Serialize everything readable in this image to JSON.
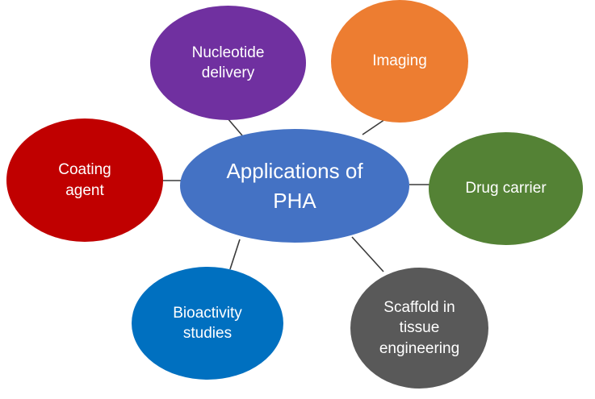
{
  "diagram": {
    "center": {
      "label": "Applications of PHA",
      "color": "#4472c4"
    },
    "nodes": [
      {
        "id": "nucleotide",
        "label": "Nucleotide delivery",
        "color": "#7030a0"
      },
      {
        "id": "imaging",
        "label": "Imaging",
        "color": "#ed7d31"
      },
      {
        "id": "drug",
        "label": "Drug carrier",
        "color": "#548235"
      },
      {
        "id": "coating",
        "label": "Coating agent",
        "color": "#c00000"
      },
      {
        "id": "bioactivity",
        "label": "Bioactivity studies",
        "color": "#0070c0"
      },
      {
        "id": "scaffold",
        "label": "Scaffold in tissue engineering",
        "color": "#595959"
      }
    ],
    "connector_color": "#3a3a3a"
  }
}
